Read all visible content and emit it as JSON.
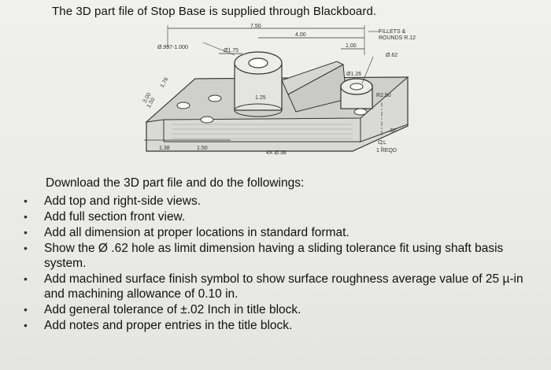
{
  "intro_text": "The 3D part file of Stop Base is supplied through Blackboard.",
  "drawing": {
    "dims": {
      "overall_width": "7.50",
      "hole_dia": "Ø.997-1.000",
      "boss_dia": "Ø1.75",
      "center_distance": "4.00",
      "offset": "1.00",
      "fillets_note": "FILLETS &",
      "rounds_note": "ROUNDS R.12",
      "small_hole": "Ø.62",
      "small_boss": "Ø1.26",
      "left_1": "3.00",
      "left_2": "1.50",
      "left_3": "1.76",
      "mid": "1.25",
      "r": "R2.50",
      "bottom_1": "1.38",
      "bottom_2": "1.50",
      "holes_note": "4X Ø.38",
      "thick": ".50",
      "cl": "C L",
      "reqd": "1 REQD"
    }
  },
  "instructions_heading": "Download the 3D part file and do the followings:",
  "instructions": [
    "Add top and right-side views.",
    "Add full section front view.",
    "Add all dimension at proper locations in standard format.",
    "Show the Ø .62 hole as limit dimension having a sliding tolerance fit using shaft basis system.",
    "Add machined surface finish symbol to show surface roughness average value of 25 µ-in and machining allowance of 0.10 in.",
    "Add general tolerance of ±.02 Inch in title block.",
    "Add notes and proper entries in the title block."
  ],
  "bullet_char": "•"
}
